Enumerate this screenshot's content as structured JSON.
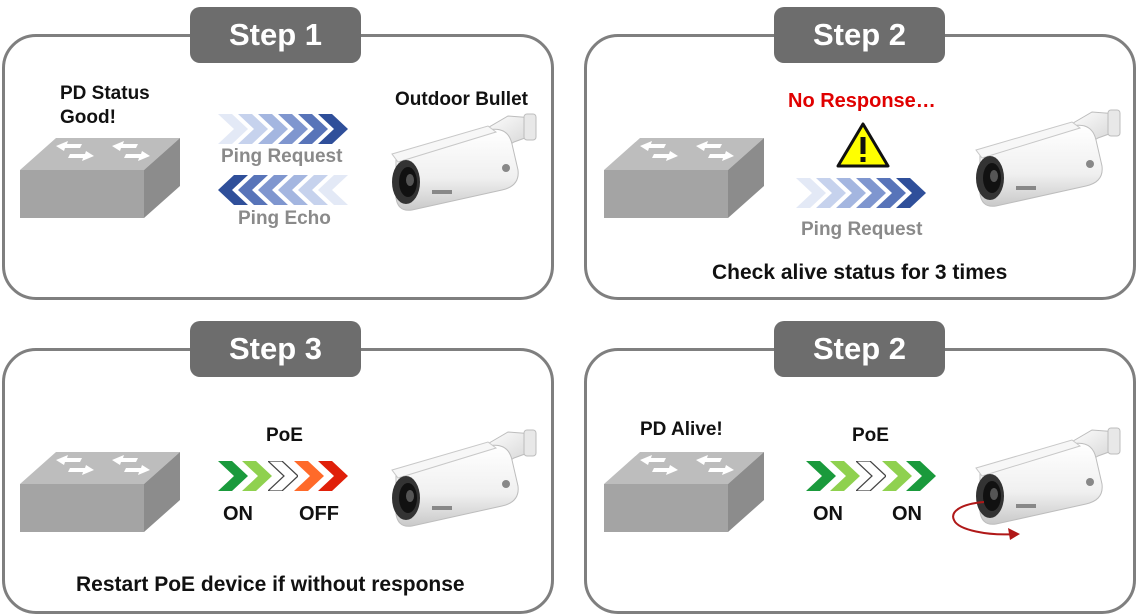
{
  "panels": [
    {
      "badge": "Step 1",
      "pd_status_line1": "PD Status",
      "pd_status_line2": "Good!",
      "device_label": "Outdoor Bullet",
      "ping_request": "Ping Request",
      "ping_echo": "Ping Echo"
    },
    {
      "badge": "Step 2",
      "no_response": "No Response…",
      "ping_request": "Ping Request",
      "caption": "Check alive status for 3 times"
    },
    {
      "badge": "Step 3",
      "poe_label": "PoE",
      "left_state": "ON",
      "right_state": "OFF",
      "caption": "Restart PoE device if without  response"
    },
    {
      "badge": "Step 2",
      "pd_alive": "PD Alive!",
      "poe_label": "PoE",
      "left_state": "ON",
      "right_state": "ON"
    }
  ],
  "colors": {
    "panel_border": "#7f7f7f",
    "badge_bg": "#6d6d6d",
    "ping_blue_dark": "#2f4f9a",
    "ping_blue_light": "#dbe3f3",
    "poe_green": "#20a040",
    "poe_light_green": "#8fd14f",
    "poe_red": "#e03010",
    "poe_orange": "#ff6a2a",
    "warning_yellow": "#ffff00",
    "alert_red": "#e00000"
  },
  "icons": [
    "network-switch-icon",
    "bullet-camera-icon",
    "warning-triangle-icon",
    "rotation-arrow-icon"
  ]
}
